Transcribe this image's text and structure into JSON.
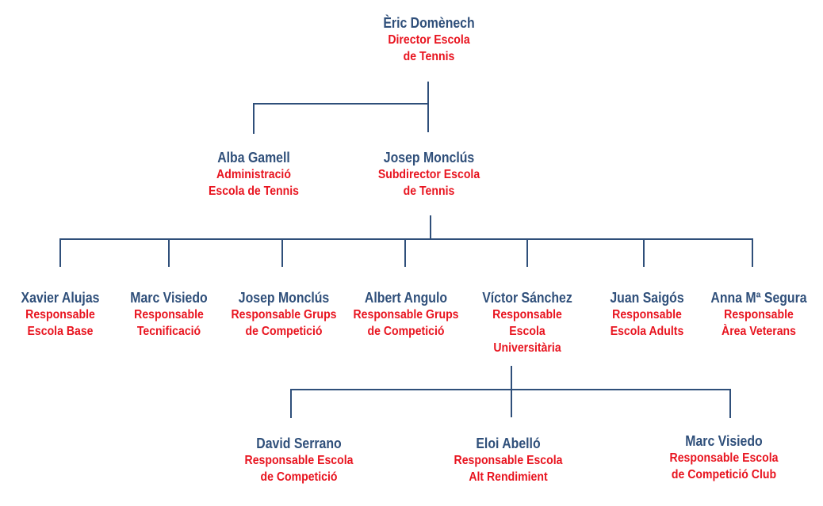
{
  "people": {
    "eric": {
      "name": "Èric Domènech",
      "role": [
        "Director Escola",
        "de Tennis"
      ]
    },
    "alba": {
      "name": "Alba Gamell",
      "role": [
        "Administració",
        "Escola de Tennis"
      ]
    },
    "josep_sub": {
      "name": "Josep Monclús",
      "role": [
        "Subdirector Escola",
        "de Tennis"
      ]
    },
    "xavier": {
      "name": "Xavier Alujas",
      "role": [
        "Responsable",
        "Escola Base"
      ]
    },
    "marc_tec": {
      "name": "Marc Visiedo",
      "role": [
        "Responsable",
        "Tecnificació"
      ]
    },
    "josep_comp": {
      "name": "Josep Monclús",
      "role": [
        "Responsable Grups",
        "de Competició"
      ]
    },
    "albert": {
      "name": "Albert Angulo",
      "role": [
        "Responsable Grups",
        "de Competició"
      ]
    },
    "victor": {
      "name": "Víctor Sánchez",
      "role": [
        "Responsable",
        "Escola",
        "Universitària"
      ]
    },
    "juan": {
      "name": "Juan Saigós",
      "role": [
        "Responsable",
        "Escola Adults"
      ]
    },
    "anna": {
      "name": "Anna Mª Segura",
      "role": [
        "Responsable",
        "Àrea Veterans"
      ]
    },
    "david": {
      "name": "David Serrano",
      "role": [
        "Responsable Escola",
        "de Competició"
      ]
    },
    "eloi": {
      "name": "Eloi Abelló",
      "role": [
        "Responsable Escola",
        "Alt Rendimient"
      ]
    },
    "marc_club": {
      "name": "Marc Visiedo",
      "role": [
        "Responsable Escola",
        "de Competició Club"
      ]
    }
  },
  "colors": {
    "name": "#2f4f7a",
    "role": "#e8141f",
    "connector": "#2f4f7a"
  }
}
